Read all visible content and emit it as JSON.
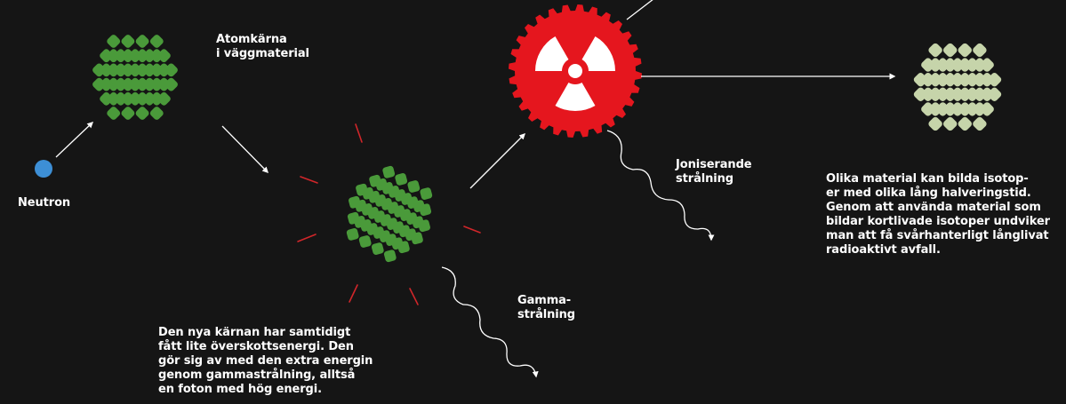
{
  "labels": {
    "neutron": "Neutron",
    "nucleus": "Atomkärna\ni väggmaterial",
    "gamma": "Gamma-\nstrålning",
    "ionizing": "Joniserande\nstrålning",
    "excited_note": "Den nya kärnan har samtidigt\nfått lite överskottsenergi. Den\ngör sig av med den extra energin\ngenom gammastrålning, alltså\nen foton med hög energi.",
    "isotope_note": "Olika material kan bilda isotop-\ner med olika lång halveringstid.\nGenom att använda material som\nbildar kortlivade isotoper undviker\nman att få svårhanterligt långlivat\nradioaktivt avfall."
  },
  "colors": {
    "background": "#151515",
    "nucleus_green": "#4a9a3a",
    "stable_nucleus": "#c6d4aa",
    "neutron_blue": "#3d8fd6",
    "radioactive_red": "#e5161e",
    "arrow_white": "#ffffff",
    "emission_red": "#d0262a"
  },
  "icons": {
    "neutron": "blue-circle-icon",
    "radioactive": "radiation-trefoil-icon"
  }
}
